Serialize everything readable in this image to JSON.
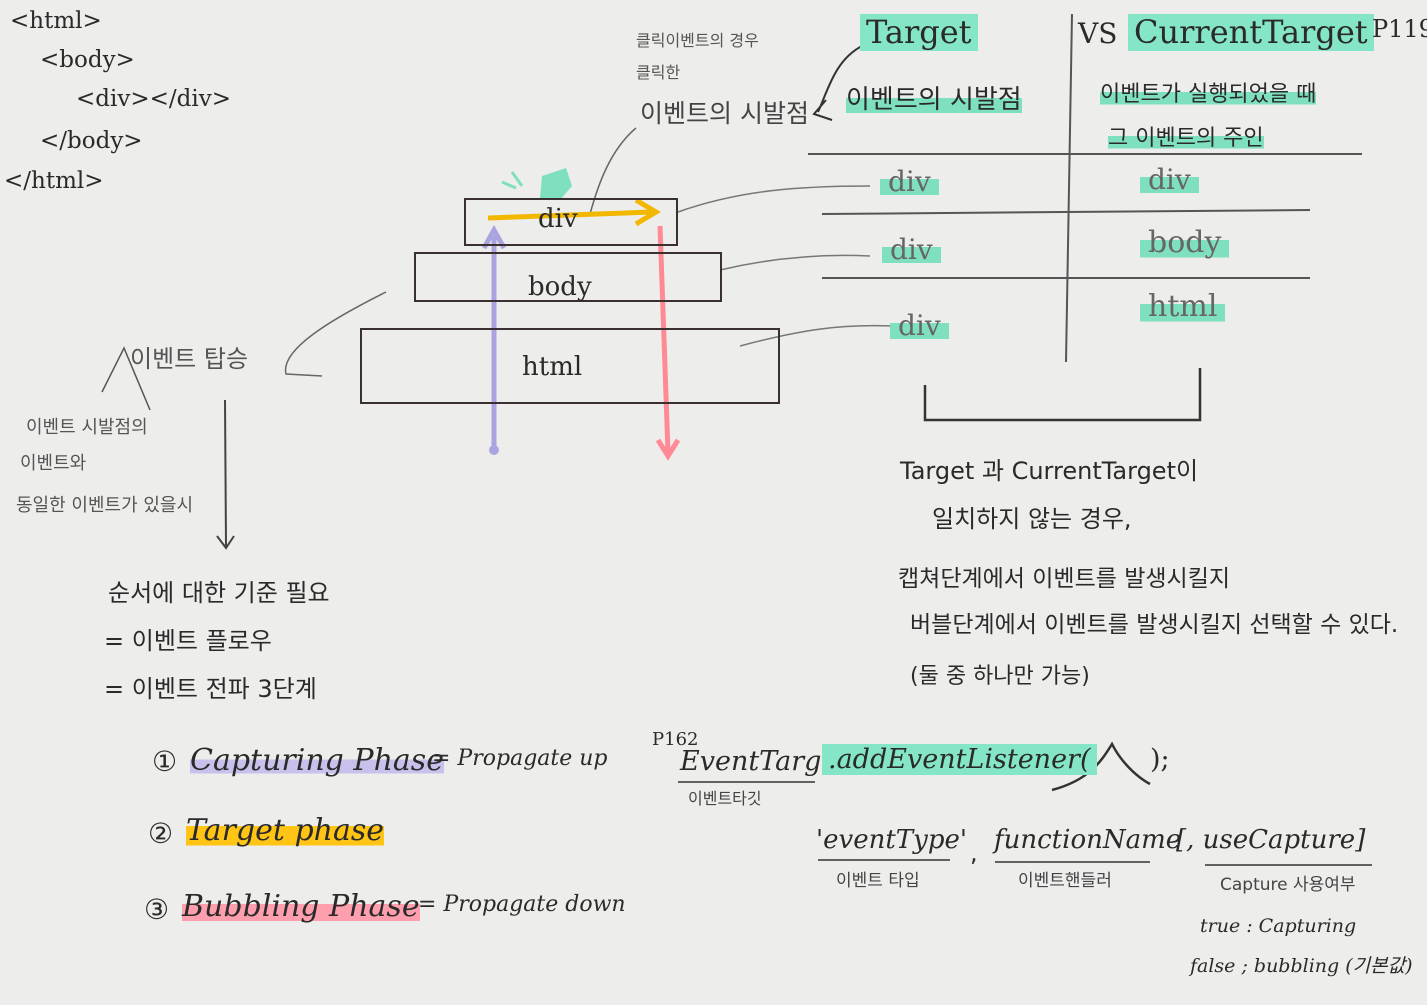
{
  "html_tree": {
    "line1": "<html>",
    "line2": "<body>",
    "line3": "<div></div>",
    "line4": "</body>",
    "line5": "</html>"
  },
  "click_note": {
    "line1": "클릭이벤트의 경우",
    "line2": "클릭한",
    "line3": "이벤트의 시발점"
  },
  "target_header": "Target",
  "vs_label": "VS",
  "current_target_header": "CurrentTarget",
  "page_ref": "P119",
  "target_desc": "이벤트의 시발점",
  "current_target_desc": {
    "line1": "이벤트가 실행되었을 때",
    "line2": "그 이벤트의 주인"
  },
  "table_rows": [
    {
      "target": "div",
      "current": "div"
    },
    {
      "target": "div",
      "current": "body"
    },
    {
      "target": "div",
      "current": "html"
    }
  ],
  "boxes": {
    "div": "div",
    "body": "body",
    "html": "html"
  },
  "bubbling_label": "이벤트 탑승",
  "bubbling_note": {
    "line1": "이벤트 시발점의",
    "line2": "이벤트와",
    "line3": "동일한 이벤트가 있을시"
  },
  "mismatch_note": {
    "line1": "Target 과 CurrentTarget이",
    "line2": "일치하지 않는 경우,",
    "line3": "캡쳐단계에서 이벤트를 발생시킬지",
    "line4": "버블단계에서 이벤트를 발생시킬지 선택할 수 있다.",
    "line5": "(둘 중 하나만 가능)"
  },
  "order_note": {
    "line1": "순서에 대한 기준 필요",
    "line2": "= 이벤트 플로우",
    "line3": "= 이벤트 전파  3단계"
  },
  "phases": [
    {
      "num": "①",
      "name": "Capturing Phase",
      "suffix": "= Propagate up"
    },
    {
      "num": "②",
      "name": "Target phase",
      "suffix": ""
    },
    {
      "num": "③",
      "name": "Bubbling Phase",
      "suffix": "= Propagate down"
    }
  ],
  "api": {
    "page_ref": "P162",
    "object": "EventTarget",
    "method": ".addEventListener(",
    "close": ");",
    "object_caption": "이벤트타깃",
    "params": [
      {
        "code": "'eventType'",
        "caption": "이벤트 타입"
      },
      {
        "code": "functionName",
        "caption": "이벤트핸들러"
      },
      {
        "code": "[, useCapture]",
        "caption": "Capture 사용여부"
      }
    ],
    "true_note": "true : Capturing",
    "false_note": "false ; bubbling (기본값)"
  },
  "colors": {
    "green": "#84e6c6",
    "purple": "#c9c1ec",
    "orange": "#ffc414",
    "pink": "#ff9fae",
    "up_arrow": "#aaa4e0",
    "down_arrow": "#ff8a96",
    "target_arrow": "#f2b800"
  }
}
